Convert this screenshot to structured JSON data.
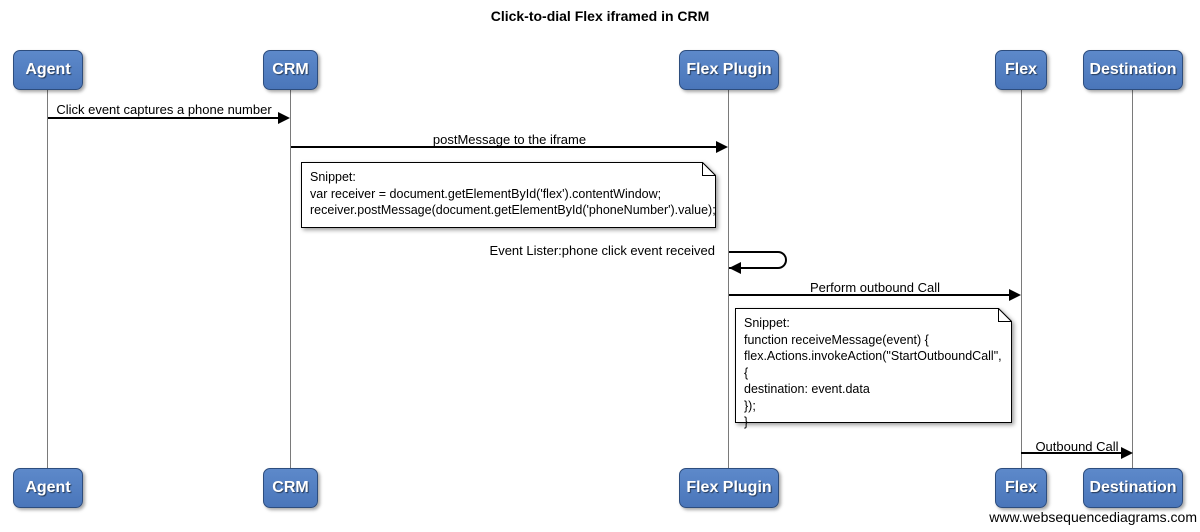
{
  "title": "Click-to-dial Flex iframed in CRM",
  "watermark": "www.websequencediagrams.com",
  "diagram_type": "sequence",
  "actors": [
    {
      "label": "Agent"
    },
    {
      "label": "CRM"
    },
    {
      "label": "Flex Plugin"
    },
    {
      "label": "Flex"
    },
    {
      "label": "Destination"
    }
  ],
  "messages": [
    {
      "from": "Agent",
      "to": "CRM",
      "label": "Click event captures a phone number"
    },
    {
      "from": "CRM",
      "to": "Flex Plugin",
      "label": "postMessage to the iframe"
    },
    {
      "from": "Flex Plugin",
      "to": "Flex Plugin",
      "self": true,
      "label": "Event Lister:phone click event received"
    },
    {
      "from": "Flex Plugin",
      "to": "Flex",
      "label": "Perform outbound Call"
    },
    {
      "from": "Flex",
      "to": "Destination",
      "label": "Outbound Call"
    }
  ],
  "notes": [
    {
      "attached_to": "CRM",
      "text": "Snippet:\nvar receiver = document.getElementById('flex').contentWindow;\nreceiver.postMessage(document.getElementById('phoneNumber').value);"
    },
    {
      "attached_to": "Flex Plugin",
      "text": "Snippet:\nfunction receiveMessage(event) {\nflex.Actions.invokeAction(\"StartOutboundCall\", {\ndestination: event.data\n});\n}"
    }
  ],
  "colors": {
    "actor_fill": "#4d7fc4",
    "actor_border": "#2d4d7e",
    "lifeline": "#7a7a7a",
    "line": "#000000",
    "note_fill": "#ffffff",
    "background": "#ffffff"
  }
}
